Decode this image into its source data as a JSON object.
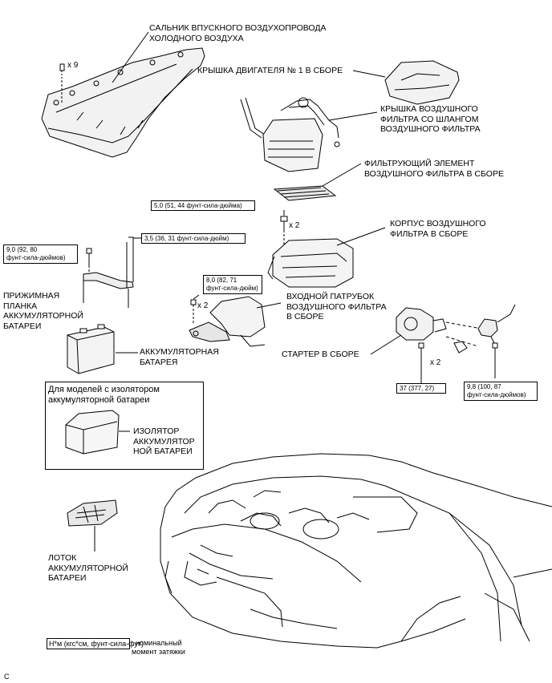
{
  "labels": {
    "cowl_seal": "САЛЬНИК ВПУСКНОГО ВОЗДУХОПРОВОДА\nХОЛОДНОГО ВОЗДУХА",
    "engine_cover": "КРЫШКА ДВИГАТЕЛЯ № 1 В СБОРЕ",
    "air_cleaner_cap": "КРЫШКА ВОЗДУШНОГО\nФИЛЬТРА СО ШЛАНГОМ\nВОЗДУШНОГО ФИЛЬТРА",
    "filter_element": "ФИЛЬТРУЮЩИЙ ЭЛЕМЕНТ\nВОЗДУШНОГО ФИЛЬТРА В СБОРЕ",
    "air_cleaner_case": "КОРПУС ВОЗДУШНОГО\nФИЛЬТРА В СБОРЕ",
    "inlet": "ВХОДНОЙ ПАТРУБОК\nВОЗДУШНОГО ФИЛЬТРА\nВ СБОРЕ",
    "hold_down_clamp": "ПРИЖИМНАЯ\nПЛАНКА\nАККУМУЛЯТОРНОЙ\nБАТАРЕИ",
    "battery": "АККУМУЛЯТОРНАЯ\nБАТАРЕЯ",
    "starter": "СТАРТЕР В СБОРЕ",
    "insulator_header": "Для моделей с изолятором\nаккумуляторной батареи",
    "insulator": "ИЗОЛЯТОР\nАККУМУЛЯТОР\nНОЙ БАТАРЕИ",
    "tray": "ЛОТОК\nАККУМУЛЯТОРНОЙ\nБАТАРЕИ"
  },
  "torques": {
    "t1": "5,0 (51, 44 фунт-сила-дюйма)",
    "t2": "3,5 (36, 31 фунт-сила-дюйм)",
    "t3": "9,0 (92, 80\nфунт-сила-дюймов)",
    "t4": "8,0 (82, 71\nфунт-сила-дюйм)",
    "t5": "37 (377, 27)",
    "t6": "9,8 (100, 87\nфунт-сила-дюймов)"
  },
  "quantities": {
    "q_seal": "x 9",
    "q_case": "x 2",
    "q_inlet": "x 2",
    "q_starter": "x 2"
  },
  "legend": {
    "unit": "Н*м (кгс*см, фунт-сила-фут)",
    "desc": ": номинальный\nмомент затяжки"
  },
  "footer_code": "C"
}
